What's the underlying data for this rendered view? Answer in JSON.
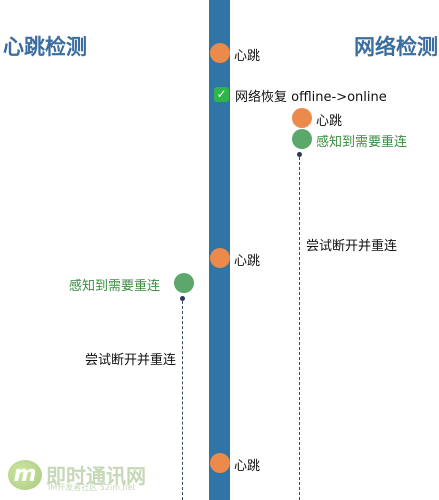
{
  "left_title": "心跳检测",
  "right_title": "网络检测",
  "heartbeat_label": "心跳",
  "network_restore": "网络恢复 offline->online",
  "right_sense": "感知到需要重连",
  "right_reconnect": "尝试断开并重连",
  "left_sense": "感知到需要重连",
  "left_reconnect": "尝试断开并重连",
  "watermark": {
    "logo_letter": "m",
    "brand": "即时通讯网",
    "sub": "IM开发者社区 52im.net"
  },
  "colors": {
    "bar": "#3174a6",
    "heartbeat": "#ec8a4b",
    "sense": "#5ba86a",
    "title": "#3b6e9f"
  }
}
